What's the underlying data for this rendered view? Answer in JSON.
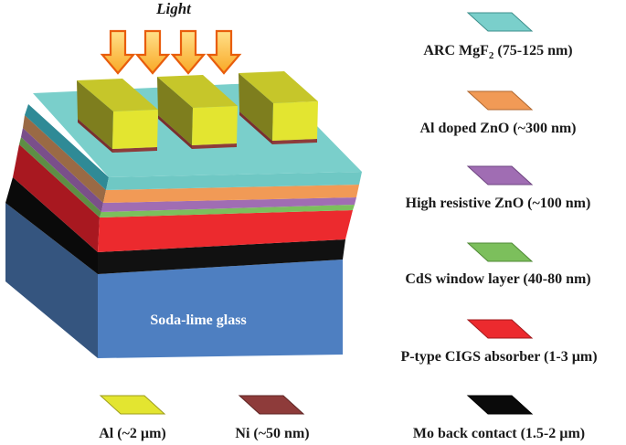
{
  "light_label": "Light",
  "glass_label": "Soda-lime glass",
  "layers": [
    {
      "id": "arc",
      "label_main": "ARC MgF",
      "label_sub": "2",
      "label_tail": " (75-125 nm)",
      "color": "#7ACFCB"
    },
    {
      "id": "azo",
      "label": "Al doped ZnO (~300 nm)",
      "color": "#F19A56"
    },
    {
      "id": "izo",
      "label": "High resistive ZnO (~100 nm)",
      "color": "#A06DB3"
    },
    {
      "id": "cds",
      "label": "CdS window layer (40-80 nm)",
      "color": "#7CBF5C"
    },
    {
      "id": "cigs",
      "label": "P-type CIGS absorber (1-3 µm)",
      "color": "#EC2A2E"
    },
    {
      "id": "mo",
      "label": "Mo back contact (1.5-2 µm)",
      "color": "#0A0A0A"
    }
  ],
  "contacts": [
    {
      "id": "al",
      "label": "Al (~2 µm)",
      "color": "#E3E530"
    },
    {
      "id": "ni",
      "label": "Ni (~50 nm)",
      "color": "#8E3B3A"
    }
  ],
  "colors": {
    "glass_front": "#4E7FC1",
    "glass_side": "#35557F",
    "arrow_fill": "#F9A825",
    "arrow_stroke": "#E85D0C"
  }
}
